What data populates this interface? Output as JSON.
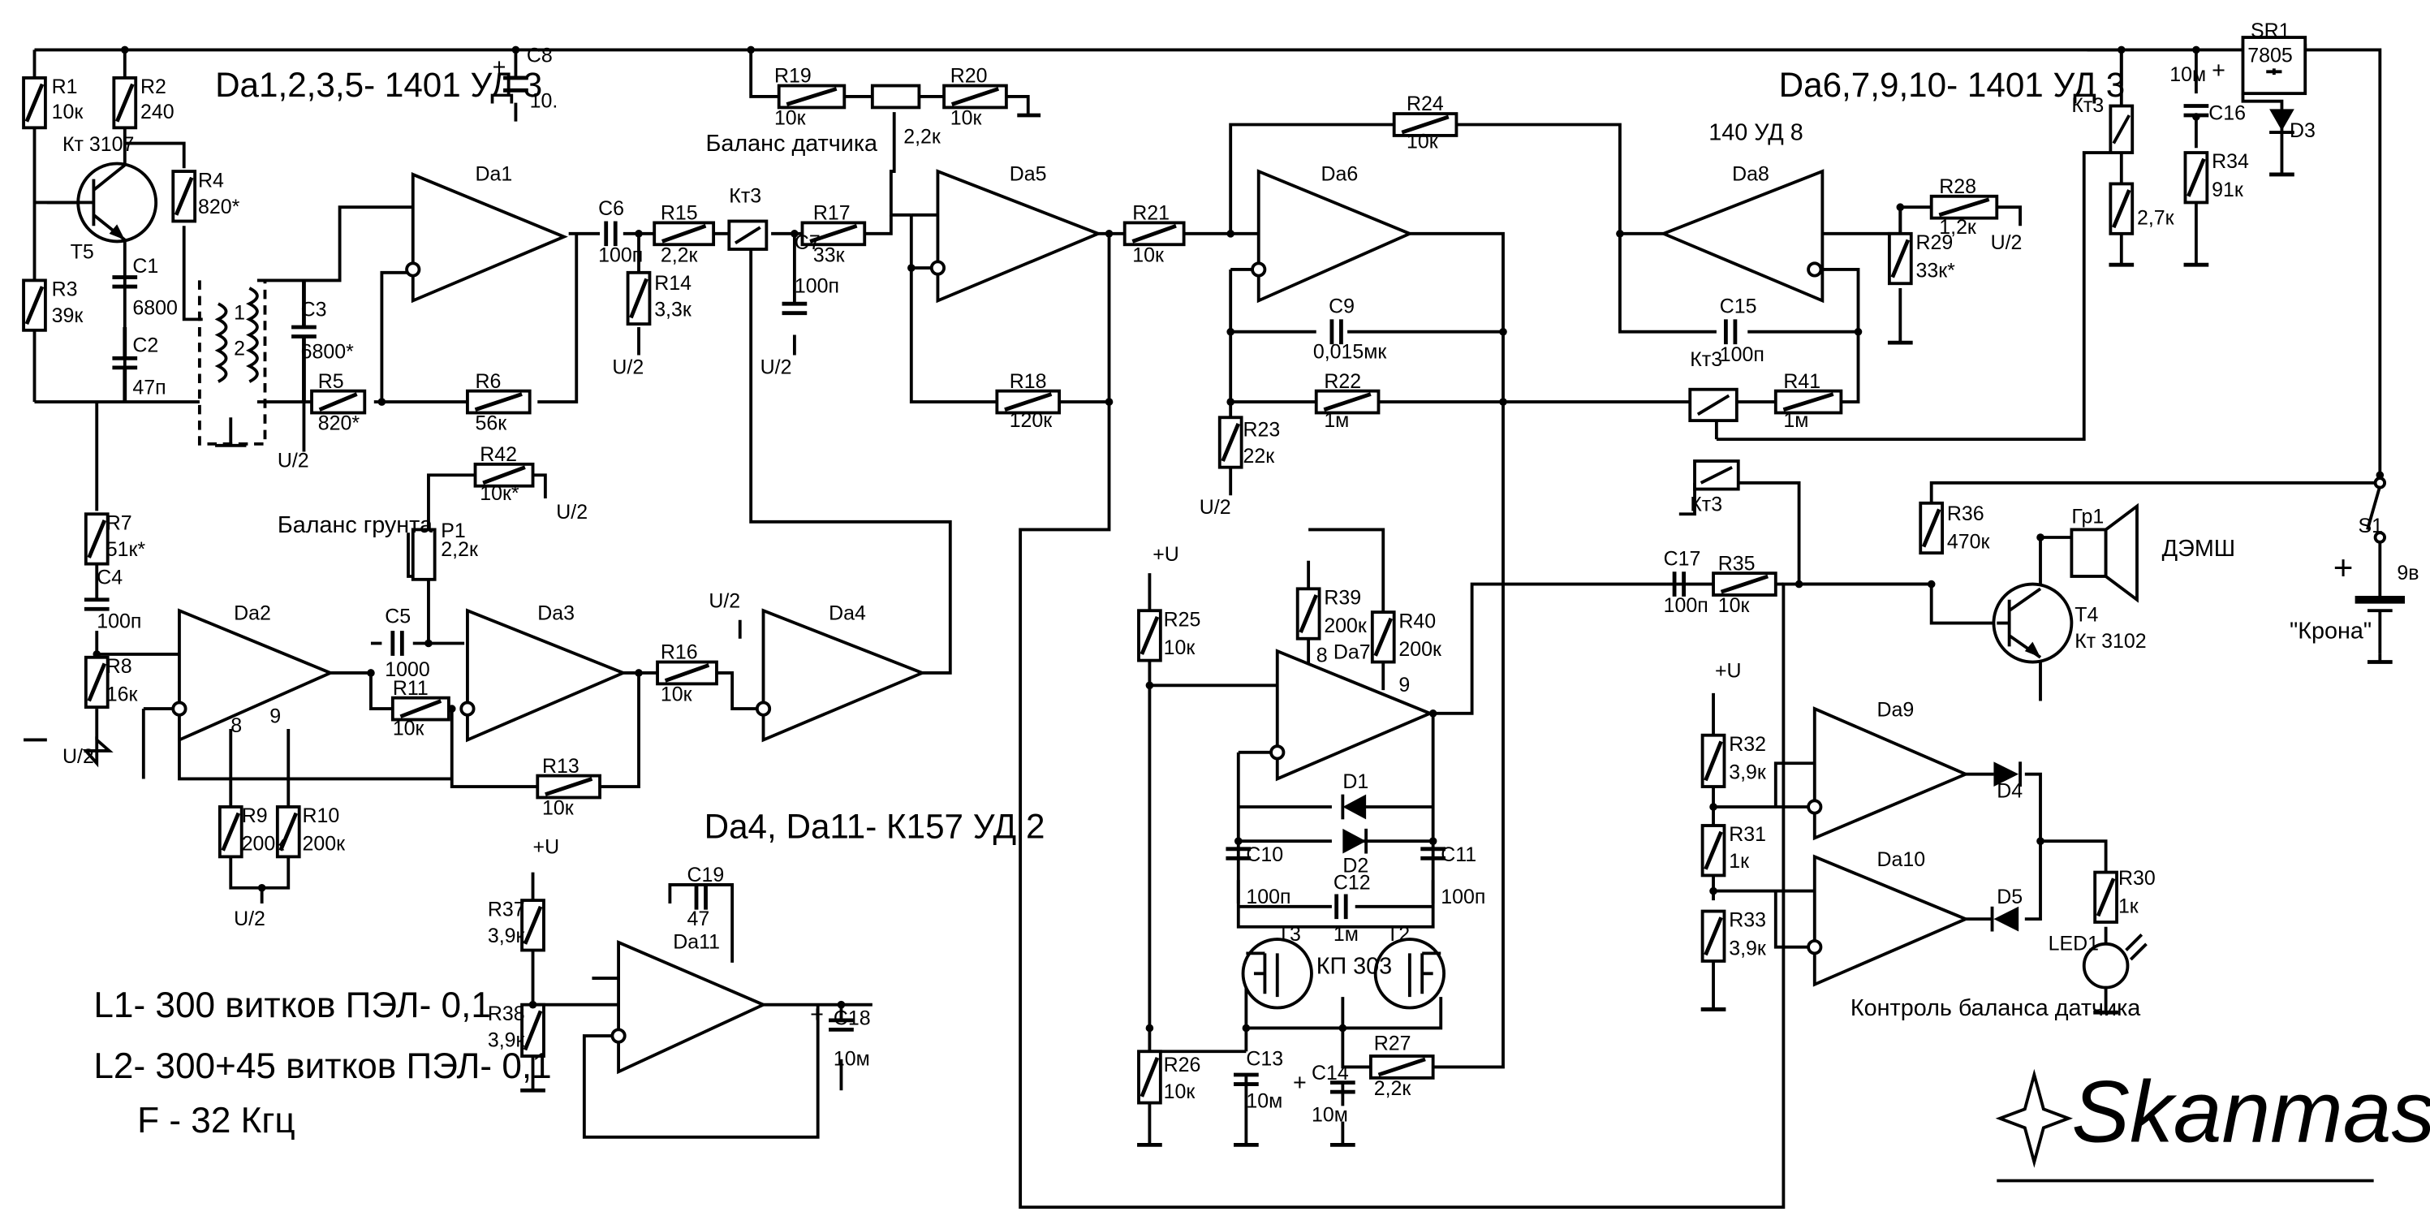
{
  "notes": {
    "da1_group": "Da1,2,3,5- 1401 УД 3",
    "da6_group": "Da6,7,9,10- 1401 УД 3",
    "da8_type": "140 УД 8",
    "da4_group": "Da4, Da11-  К157 УД 2",
    "l1": "L1- 300 витков ПЭЛ- 0,1",
    "l2": "L2- 300+45 витков ПЭЛ- 0,1",
    "freq": "F -  32 Кгц",
    "sensor_balance": "Баланс  датчика",
    "ground_balance": "Баланс  грунта",
    "sensor_control": "Контроль баланса датчика",
    "speaker": "ДЭМШ",
    "battery": "\"Крона\"",
    "battery_voltage": "9в",
    "fet_type": "КП  303"
  },
  "brand": {
    "name": "Skanmaster"
  },
  "resistors": [
    {
      "ref": "R1",
      "value": "10к"
    },
    {
      "ref": "R2",
      "value": "240"
    },
    {
      "ref": "R3",
      "value": "39к"
    },
    {
      "ref": "R4",
      "value": "820*"
    },
    {
      "ref": "R5",
      "value": "820*"
    },
    {
      "ref": "R6",
      "value": "56к"
    },
    {
      "ref": "R7",
      "value": "51к*"
    },
    {
      "ref": "R8",
      "value": "16к"
    },
    {
      "ref": "R9",
      "value": "200к"
    },
    {
      "ref": "R10",
      "value": "200к"
    },
    {
      "ref": "R11",
      "value": "10к"
    },
    {
      "ref": "R13",
      "value": "10к"
    },
    {
      "ref": "R14",
      "value": "3,3к"
    },
    {
      "ref": "R15",
      "value": "2,2к"
    },
    {
      "ref": "R16",
      "value": "10к"
    },
    {
      "ref": "R17",
      "value": "33к"
    },
    {
      "ref": "R18",
      "value": "120к"
    },
    {
      "ref": "R19",
      "value": "10к"
    },
    {
      "ref": "R20",
      "value": "10к"
    },
    {
      "ref": "R21",
      "value": "10к"
    },
    {
      "ref": "R22",
      "value": "1м"
    },
    {
      "ref": "R23",
      "value": "22к"
    },
    {
      "ref": "R24",
      "value": "10к"
    },
    {
      "ref": "R25",
      "value": "10к"
    },
    {
      "ref": "R26",
      "value": "10к"
    },
    {
      "ref": "R27",
      "value": "2,2к"
    },
    {
      "ref": "R28",
      "value": "1,2к"
    },
    {
      "ref": "R29",
      "value": "33к*"
    },
    {
      "ref": "R30",
      "value": "1к"
    },
    {
      "ref": "R31",
      "value": "1к"
    },
    {
      "ref": "R32",
      "value": "3,9к"
    },
    {
      "ref": "R33",
      "value": "3,9к"
    },
    {
      "ref": "R34",
      "value": "91к"
    },
    {
      "ref": "R35",
      "value": "10к"
    },
    {
      "ref": "R36",
      "value": "470к"
    },
    {
      "ref": "R37",
      "value": "3,9к"
    },
    {
      "ref": "R38",
      "value": "3,9к"
    },
    {
      "ref": "R39",
      "value": "200к"
    },
    {
      "ref": "R40",
      "value": "200к"
    },
    {
      "ref": "R41",
      "value": "1м"
    },
    {
      "ref": "R42",
      "value": "10к*"
    },
    {
      "ref": "Kt3r",
      "value": "2,7к"
    }
  ],
  "capacitors": [
    {
      "ref": "C1",
      "value": "6800"
    },
    {
      "ref": "C2",
      "value": "47п"
    },
    {
      "ref": "C3",
      "value": "6800*"
    },
    {
      "ref": "C4",
      "value": "100п"
    },
    {
      "ref": "C5",
      "value": "1000"
    },
    {
      "ref": "C6",
      "value": "100п"
    },
    {
      "ref": "C7",
      "value": "100п"
    },
    {
      "ref": "C8",
      "value": "10."
    },
    {
      "ref": "C9",
      "value": "0,015мк"
    },
    {
      "ref": "C10",
      "value": "100п"
    },
    {
      "ref": "C11",
      "value": "100п"
    },
    {
      "ref": "C12",
      "value": "1м"
    },
    {
      "ref": "C13",
      "value": "10м"
    },
    {
      "ref": "C14",
      "value": "10м"
    },
    {
      "ref": "C15",
      "value": "100п"
    },
    {
      "ref": "C16",
      "value": "10м"
    },
    {
      "ref": "C17",
      "value": "100п"
    },
    {
      "ref": "C18",
      "value": "10м"
    },
    {
      "ref": "C19",
      "value": "47"
    }
  ],
  "opamps": [
    "Da1",
    "Da2",
    "Da3",
    "Da4",
    "Da5",
    "Da6",
    "Da7",
    "Da8",
    "Da9",
    "Da10",
    "Da11"
  ],
  "transistors": [
    {
      "ref": "T5",
      "type": "Кт 3107"
    },
    {
      "ref": "T4",
      "type": "Кт 3102"
    },
    {
      "ref": "T3",
      "type": ""
    },
    {
      "ref": "T2",
      "type": ""
    }
  ],
  "misc": {
    "p1": {
      "ref": "P1",
      "value": "2,2к"
    },
    "sensor_pot": "2,2к",
    "regulator": {
      "ref": "SR1",
      "type": "7805"
    },
    "switch": "S1",
    "speaker_ref": "Гр1",
    "led": "LED1",
    "diodes": [
      "D1",
      "D2",
      "D3",
      "D4",
      "D5"
    ],
    "relay": "Кт3",
    "supply_plus": "+U",
    "half_supply": "U/2",
    "pin8": "8",
    "pin9": "9",
    "coil1": "1",
    "coil2": "2"
  }
}
